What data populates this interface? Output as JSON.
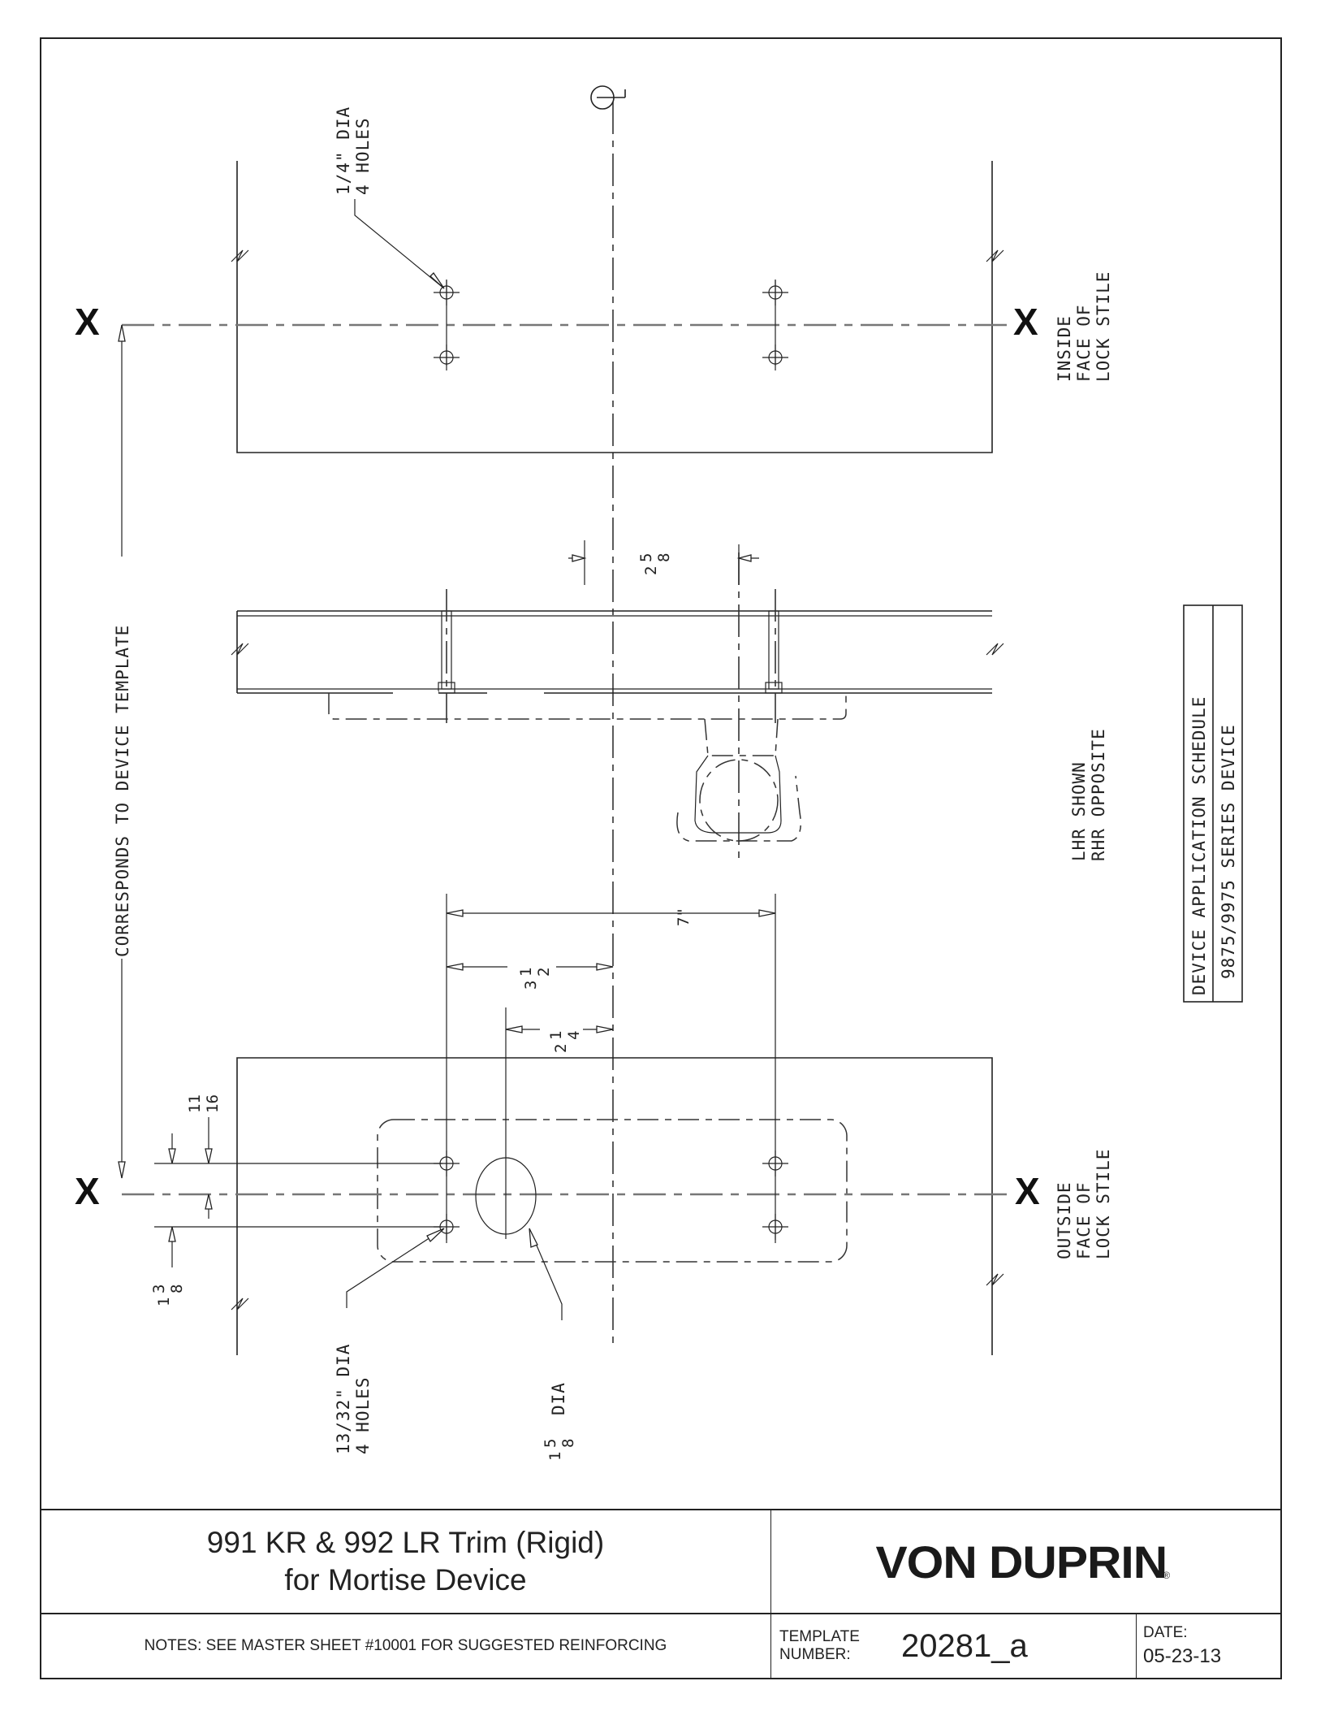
{
  "drawing": {
    "centerline_symbol": "CL",
    "inside_trim": {
      "label_line1": "INSIDE",
      "label_line2": "FACE OF",
      "label_line3": "LOCK STILE",
      "mounting_holes_note_line1": "1/4\" DIA",
      "mounting_holes_note_line2": "4 HOLES"
    },
    "side_view": {
      "dimension_top": {
        "whole": "2",
        "num": "5",
        "den": "8"
      },
      "handing_line1": "LHR SHOWN",
      "handing_line2": "RHR OPPOSITE"
    },
    "template_reference": "CORRESPONDS TO DEVICE TEMPLATE",
    "outside_trim": {
      "label_line1": "OUTSIDE",
      "label_line2": "FACE OF",
      "label_line3": "LOCK STILE",
      "dim_overall": "7\"",
      "dim_half": {
        "whole": "3",
        "num": "1",
        "den": "2"
      },
      "dim_cylinder": {
        "whole": "2",
        "num": "1",
        "den": "4"
      },
      "dim_upper": {
        "num": "11",
        "den": "16"
      },
      "dim_lower": {
        "whole": "1",
        "num": "3",
        "den": "8"
      },
      "holes_note_line1": "13/32\" DIA",
      "holes_note_line2": "4 HOLES",
      "cylinder_note": {
        "whole": "1",
        "num": "5",
        "den": "8",
        "suffix": "DIA"
      }
    },
    "schedule": {
      "header": "DEVICE APPLICATION SCHEDULE",
      "row1": "9875/9975 SERIES DEVICE"
    },
    "x_marker": "X"
  },
  "title_block": {
    "title_line1": "991 KR & 992 LR Trim (Rigid)",
    "title_line2": "for Mortise Device",
    "brand": "VON DUPRIN",
    "brand_mark": "®",
    "notes": "NOTES: SEE MASTER SHEET #10001 FOR SUGGESTED REINFORCING",
    "template_label_line1": "TEMPLATE",
    "template_label_line2": "NUMBER:",
    "template_number": "20281_a",
    "date_label": "DATE:",
    "date_value": "05-23-13"
  }
}
